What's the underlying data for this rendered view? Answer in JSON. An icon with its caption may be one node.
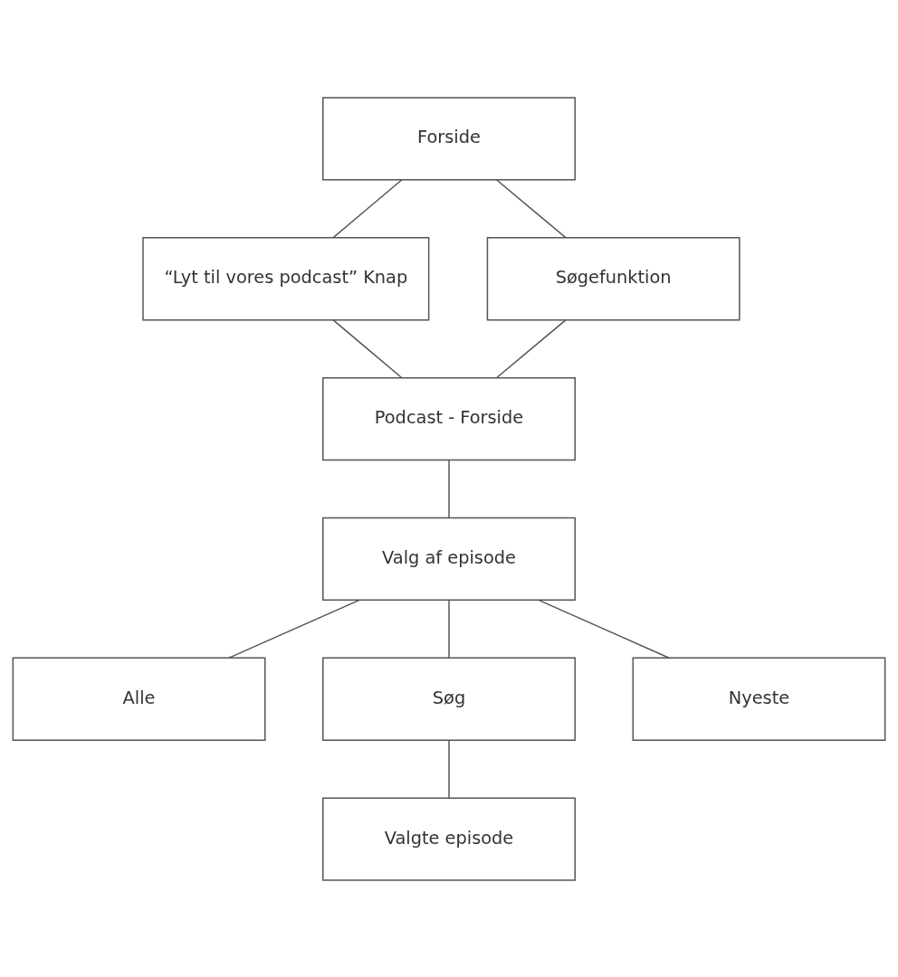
{
  "diagram": {
    "nodes": [
      {
        "text": [
          "Forside"
        ]
      },
      {
        "text": [
          "“Lyt til vores podcast” Knap"
        ]
      },
      {
        "text": [
          "Søgefunktion"
        ]
      },
      {
        "text": [
          "Podcast - Forside"
        ]
      },
      {
        "text": [
          "Valg af episode"
        ]
      },
      {
        "text": [
          "Alle"
        ]
      },
      {
        "text": [
          "Søg"
        ]
      },
      {
        "text": [
          "Nyeste"
        ]
      },
      {
        "text": [
          "Valgte episode"
        ]
      }
    ],
    "edges": [
      {
        "from": 0,
        "to": 1,
        "arrow": "none"
      },
      {
        "from": 0,
        "to": 2,
        "arrow": "none"
      },
      {
        "from": 1,
        "to": 3,
        "arrow": "none"
      },
      {
        "from": 2,
        "to": 3,
        "arrow": "none"
      },
      {
        "from": 3,
        "to": 4,
        "arrow": "none"
      },
      {
        "from": 4,
        "to": 5,
        "arrow": "none"
      },
      {
        "from": 4,
        "to": 6,
        "arrow": "none"
      },
      {
        "from": 4,
        "to": 7,
        "arrow": "none"
      },
      {
        "from": 6,
        "to": 8,
        "arrow": "none"
      }
    ]
  }
}
